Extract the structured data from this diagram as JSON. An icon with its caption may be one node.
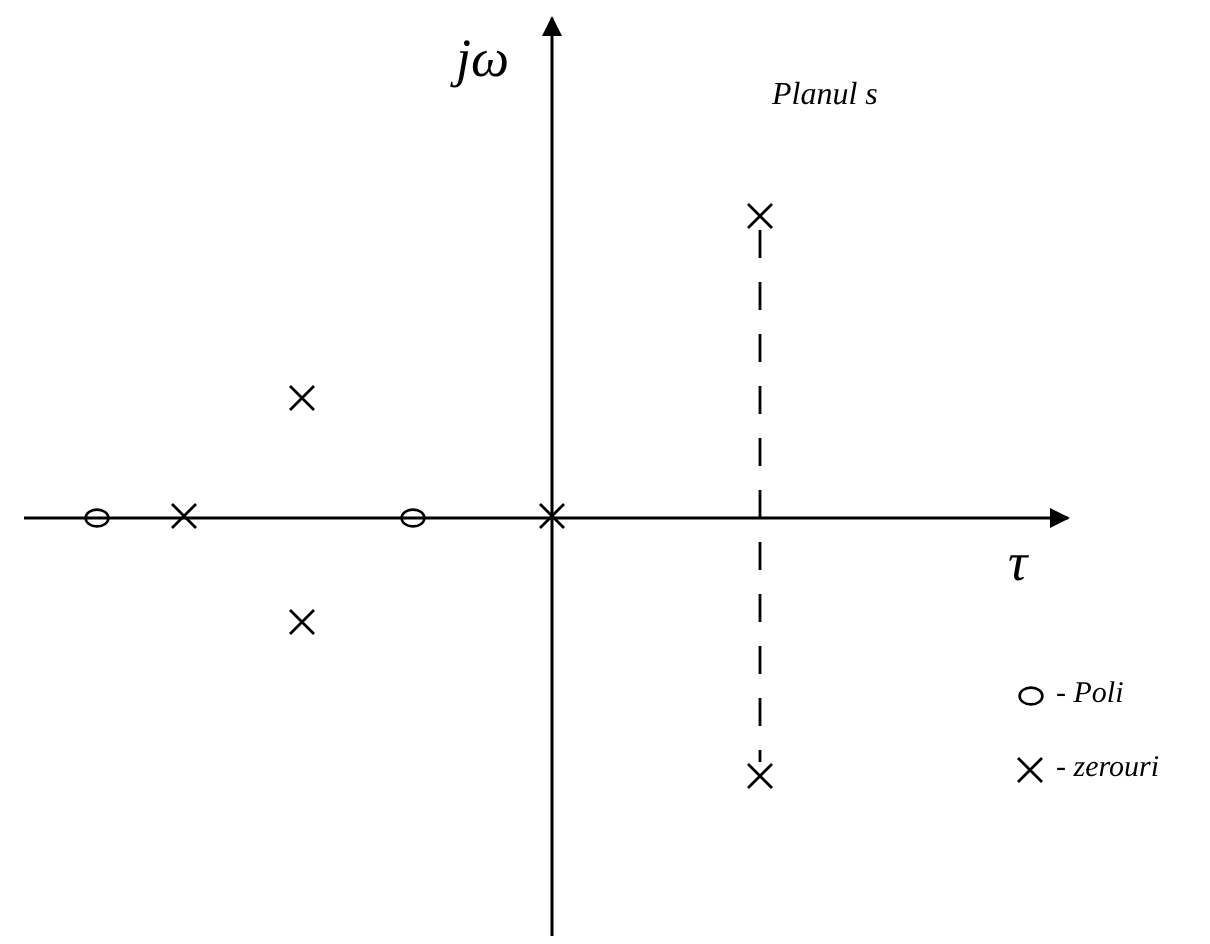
{
  "diagram": {
    "nodes": [
      {
        "text": [],
        "shape": "circle"
      },
      {
        "text": [],
        "shape": "cross"
      },
      {
        "text": [],
        "shape": "cross"
      },
      {
        "text": [],
        "shape": "cross"
      },
      {
        "text": [],
        "shape": "circle"
      },
      {
        "text": [],
        "shape": "cross"
      },
      {
        "text": [],
        "shape": "cross"
      },
      {
        "text": [],
        "shape": "cross"
      }
    ],
    "edges": [
      {
        "from": 6,
        "to": 7,
        "arrow": "none",
        "style": "dashed"
      }
    ],
    "labels": [
      "jω",
      "Planul s",
      "τ"
    ],
    "legend": [
      {
        "text": "- Poli"
      },
      {
        "text": "- zerouri"
      }
    ]
  }
}
